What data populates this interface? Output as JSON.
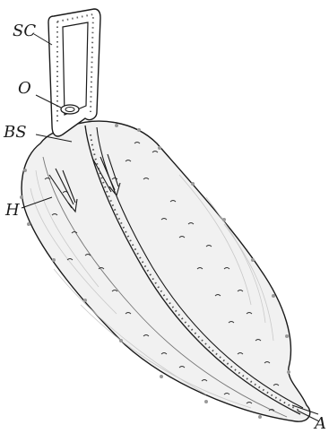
{
  "labels": {
    "sc": "SC",
    "o": "O",
    "bs": "BS",
    "h": "H",
    "a": "A"
  },
  "colors": {
    "ink": "#1a1a1a",
    "body_fill": "#f1f1f1",
    "shade": "#c9c9c9",
    "background": "#ffffff"
  }
}
